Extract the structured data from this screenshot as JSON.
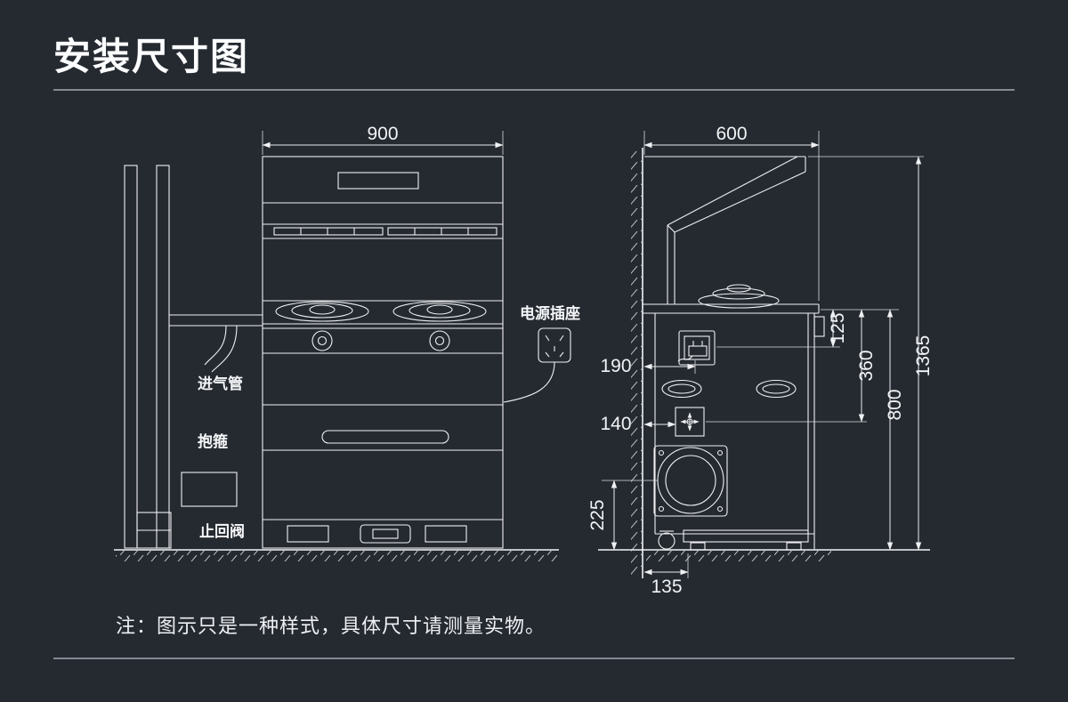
{
  "page": {
    "title": "安装尺寸图",
    "note": "注：图示只是一种样式，具体尺寸请测量实物。",
    "background": "#252a31",
    "line_color": "#eef0f2"
  },
  "front_view": {
    "dims": {
      "width": "900"
    },
    "labels": {
      "power_socket": "电源插座",
      "gas_inlet_pipe": "进气管",
      "clamp": "抱箍",
      "check_valve": "止回阀"
    }
  },
  "side_view": {
    "dims": {
      "depth": "600",
      "socket_below_counter": "125",
      "valve_below_counter": "360",
      "counter_height": "800",
      "total_height": "1365",
      "socket_from_wall": "190",
      "valve_from_wall": "140",
      "outlet_center_height": "225",
      "base_from_wall": "135"
    }
  }
}
